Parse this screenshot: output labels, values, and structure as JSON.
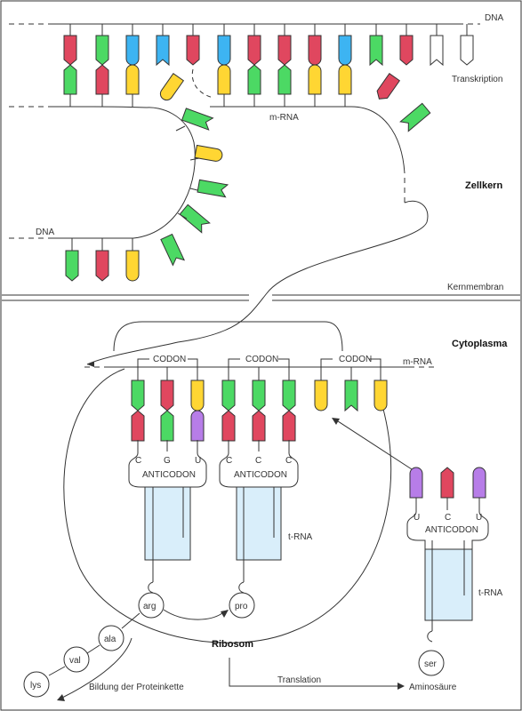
{
  "colors": {
    "green": "#4cd964",
    "red": "#e0475f",
    "yellow": "#ffd633",
    "blue": "#3db4f2",
    "purple": "#b77de8",
    "light_blue": "#d9eefa",
    "white": "#ffffff"
  },
  "nucleus": {
    "dna_top": "DNA",
    "dna_bottom": "DNA",
    "transcription": "Transkription",
    "mrna": "m-RNA",
    "title": "Zellkern"
  },
  "membrane": {
    "label": "Kernmembran"
  },
  "cytoplasm": {
    "title": "Cytoplasma",
    "mrna": "m-RNA",
    "codon_labels": [
      "CODON",
      "CODON",
      "CODON"
    ],
    "trna1": {
      "anticodon": "ANTICODON",
      "bases": [
        "C",
        "G",
        "U"
      ],
      "amino": "arg"
    },
    "trna2": {
      "anticodon": "ANTICODON",
      "bases": [
        "C",
        "C",
        "C"
      ],
      "amino": "pro",
      "label": "t-RNA"
    },
    "trna3": {
      "anticodon": "ANTICODON",
      "bases": [
        "U",
        "C",
        "U"
      ],
      "amino": "ser",
      "label": "t-RNA"
    },
    "chain": [
      "ala",
      "val",
      "lys"
    ],
    "ribosome": "Ribosom",
    "protein_chain": "Bildung der Proteinkette",
    "translation": "Translation",
    "amino_acid": "Aminosäure"
  }
}
